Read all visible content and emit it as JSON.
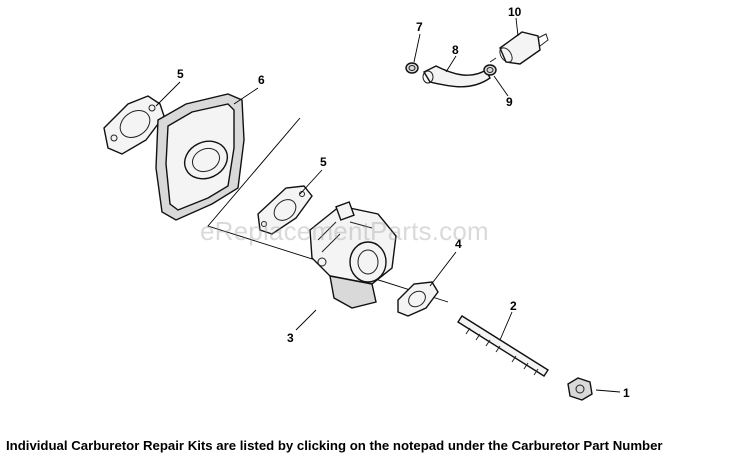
{
  "watermark": "eReplacementParts.com",
  "footer_note": "Individual Carburetor Repair Kits are listed by clicking on the notepad under the Carburetor Part Number",
  "callouts": {
    "c1": "1",
    "c2": "2",
    "c3": "3",
    "c4": "4",
    "c5a": "5",
    "c5b": "5",
    "c6": "6",
    "c7": "7",
    "c8": "8",
    "c9": "9",
    "c10": "10"
  },
  "colors": {
    "line": "#000000",
    "background": "#ffffff"
  }
}
